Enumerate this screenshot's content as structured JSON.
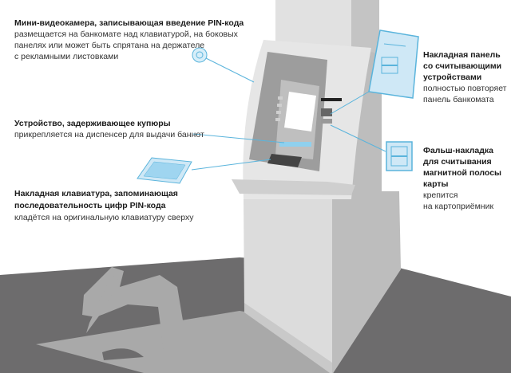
{
  "callouts": {
    "camera": {
      "title": "Мини-видеокамера, записывающая введение PIN-кода",
      "lines": [
        "размещается на банкомате над клавиатурой, на боковых",
        "панелях или может быть спрятана на держателе",
        "с рекламными листовками"
      ]
    },
    "cash_trap": {
      "title": "Устройство, задерживающее купюры",
      "lines": [
        "прикрепляется на диспенсер для выдачи баннот"
      ]
    },
    "keypad": {
      "title_lines": [
        "Накладная клавиатура, запоминающая",
        "последовательность цифр PIN-кода"
      ],
      "lines": [
        "кладётся на оригинальную клавиатуру сверху"
      ]
    },
    "panel": {
      "title_lines": [
        "Накладная панель",
        "со считывающими",
        "устройствами"
      ],
      "lines": [
        "полностью повторяет",
        "панель банкомата"
      ]
    },
    "skimmer": {
      "title_lines": [
        "Фальш-накладка",
        "для считывания",
        "магнитной полосы",
        "карты"
      ],
      "lines": [
        "крепится",
        "на картоприёмник"
      ]
    }
  },
  "colors": {
    "accent": "#5ab4dc",
    "overlay_fill": "#cfe8f6",
    "floor": "#6d6c6d",
    "shadow": "#a9a9a9"
  }
}
